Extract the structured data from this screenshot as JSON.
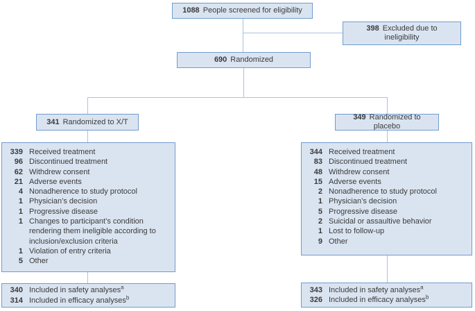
{
  "colors": {
    "box_fill": "#dae4f1",
    "box_border": "#6f9bcd",
    "connector_line": "#a9c2de",
    "text": "#3a3a3a"
  },
  "flow": {
    "screened": {
      "count": "1088",
      "label": "People screened for eligibility"
    },
    "excluded": {
      "count": "398",
      "label": "Excluded due to ineligibility"
    },
    "randomized": {
      "count": "690",
      "label": "Randomized"
    },
    "arm_xt": {
      "count": "341",
      "label": "Randomized to X/T"
    },
    "arm_placebo": {
      "count": "349",
      "label": "Randomized to placebo"
    },
    "xt_details": {
      "items": [
        {
          "count": "339",
          "label": "Received treatment"
        },
        {
          "count": "96",
          "label": "Discontinued treatment"
        },
        {
          "count": "62",
          "label": "Withdrew consent"
        },
        {
          "count": "21",
          "label": "Adverse events"
        },
        {
          "count": "4",
          "label": "Nonadherence to study protocol"
        },
        {
          "count": "1",
          "label": "Physician’s decision"
        },
        {
          "count": "1",
          "label": "Progressive disease"
        },
        {
          "count": "1",
          "label": "Changes to participant’s condition rendering them ineligible according to inclusion/exclusion criteria"
        },
        {
          "count": "1",
          "label": "Violation of entry criteria"
        },
        {
          "count": "5",
          "label": "Other"
        }
      ]
    },
    "placebo_details": {
      "items": [
        {
          "count": "344",
          "label": "Received treatment"
        },
        {
          "count": "83",
          "label": "Discontinued treatment"
        },
        {
          "count": "48",
          "label": "Withdrew consent"
        },
        {
          "count": "15",
          "label": "Adverse events"
        },
        {
          "count": "2",
          "label": "Nonadherence to study protocol"
        },
        {
          "count": "1",
          "label": "Physician’s decision"
        },
        {
          "count": "5",
          "label": "Progressive disease"
        },
        {
          "count": "2",
          "label": "Suicidal or assaultive behavior"
        },
        {
          "count": "1",
          "label": "Lost to follow-up"
        },
        {
          "count": "9",
          "label": "Other"
        }
      ]
    },
    "xt_analyses": {
      "items": [
        {
          "count": "340",
          "label": "Included in safety analyses",
          "sup": "a"
        },
        {
          "count": "314",
          "label": "Included in efficacy analyses",
          "sup": "b"
        }
      ]
    },
    "placebo_analyses": {
      "items": [
        {
          "count": "343",
          "label": "Included in safety analyses",
          "sup": "a"
        },
        {
          "count": "326",
          "label": "Included in efficacy analyses",
          "sup": "b"
        }
      ]
    }
  }
}
